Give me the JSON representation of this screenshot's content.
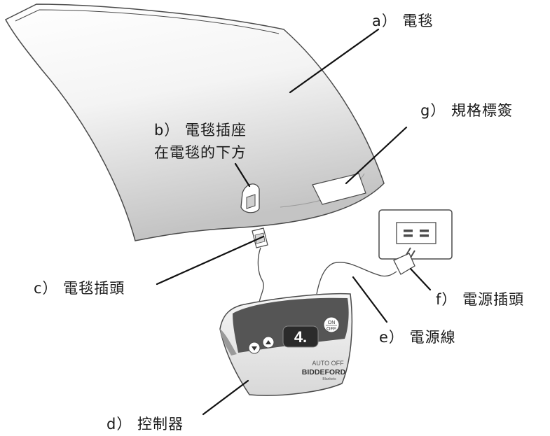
{
  "labels": {
    "a": "a） 電毯",
    "b_line1": "b） 電毯插座",
    "b_line2": "在電毯的下方",
    "c": "c） 電毯插頭",
    "d": "d） 控制器",
    "e": "e） 電源線",
    "f": "f） 電源插頭",
    "g": "g） 規格標簽"
  },
  "controller": {
    "display_value": "4.",
    "on_label": "ON",
    "off_label": "OFF",
    "auto_off": "AUTO OFF",
    "brand": "BIDDEFORD",
    "brand_sub": "Blankets"
  },
  "icons": {
    "down_button": "triangle-down-icon",
    "up_button": "triangle-up-icon"
  },
  "colors": {
    "outline": "#4a4a4a",
    "controller_panel": "#555555",
    "display": "#2b2b2b"
  }
}
